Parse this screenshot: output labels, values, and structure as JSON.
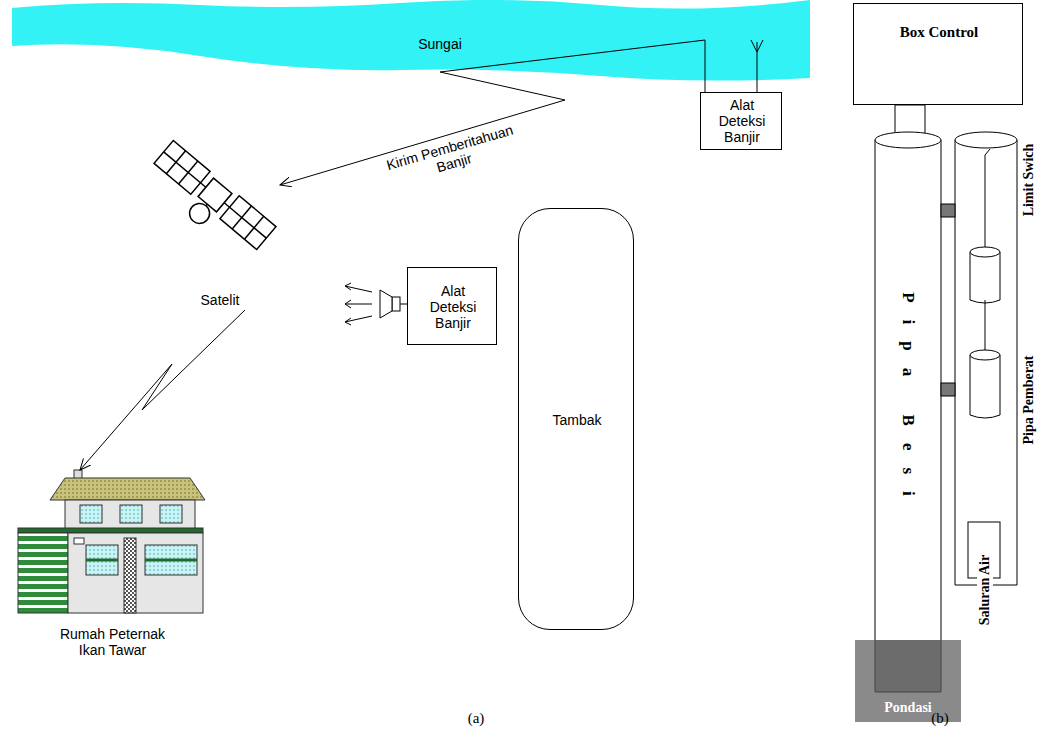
{
  "diagram": {
    "nodes": [
      {
        "text": [
          "Sungai"
        ]
      },
      {
        "text": [
          "Alat Deteksi Banjir"
        ]
      },
      {
        "text": [
          "Satelit"
        ]
      },
      {
        "text": [
          "Rumah Peternak Ikan Tawar"
        ]
      },
      {
        "text": [
          "Alat Deteksi Banjir"
        ]
      },
      {
        "text": [
          "Tambak"
        ]
      },
      {
        "text": [
          "Box Control"
        ]
      },
      {
        "text": [
          "Pipa Besi"
        ]
      },
      {
        "text": [
          "Pondasi"
        ]
      }
    ],
    "edges": [
      {
        "from": 1,
        "to": 2,
        "arrow": "to",
        "label": "Kirim Pemberitahuan Banjir"
      },
      {
        "from": 2,
        "to": 3,
        "arrow": "to"
      }
    ],
    "labels": [
      "Limit Swich",
      "Pipa Pemberat",
      "Saluran Air",
      "(a)",
      "(b)"
    ]
  }
}
